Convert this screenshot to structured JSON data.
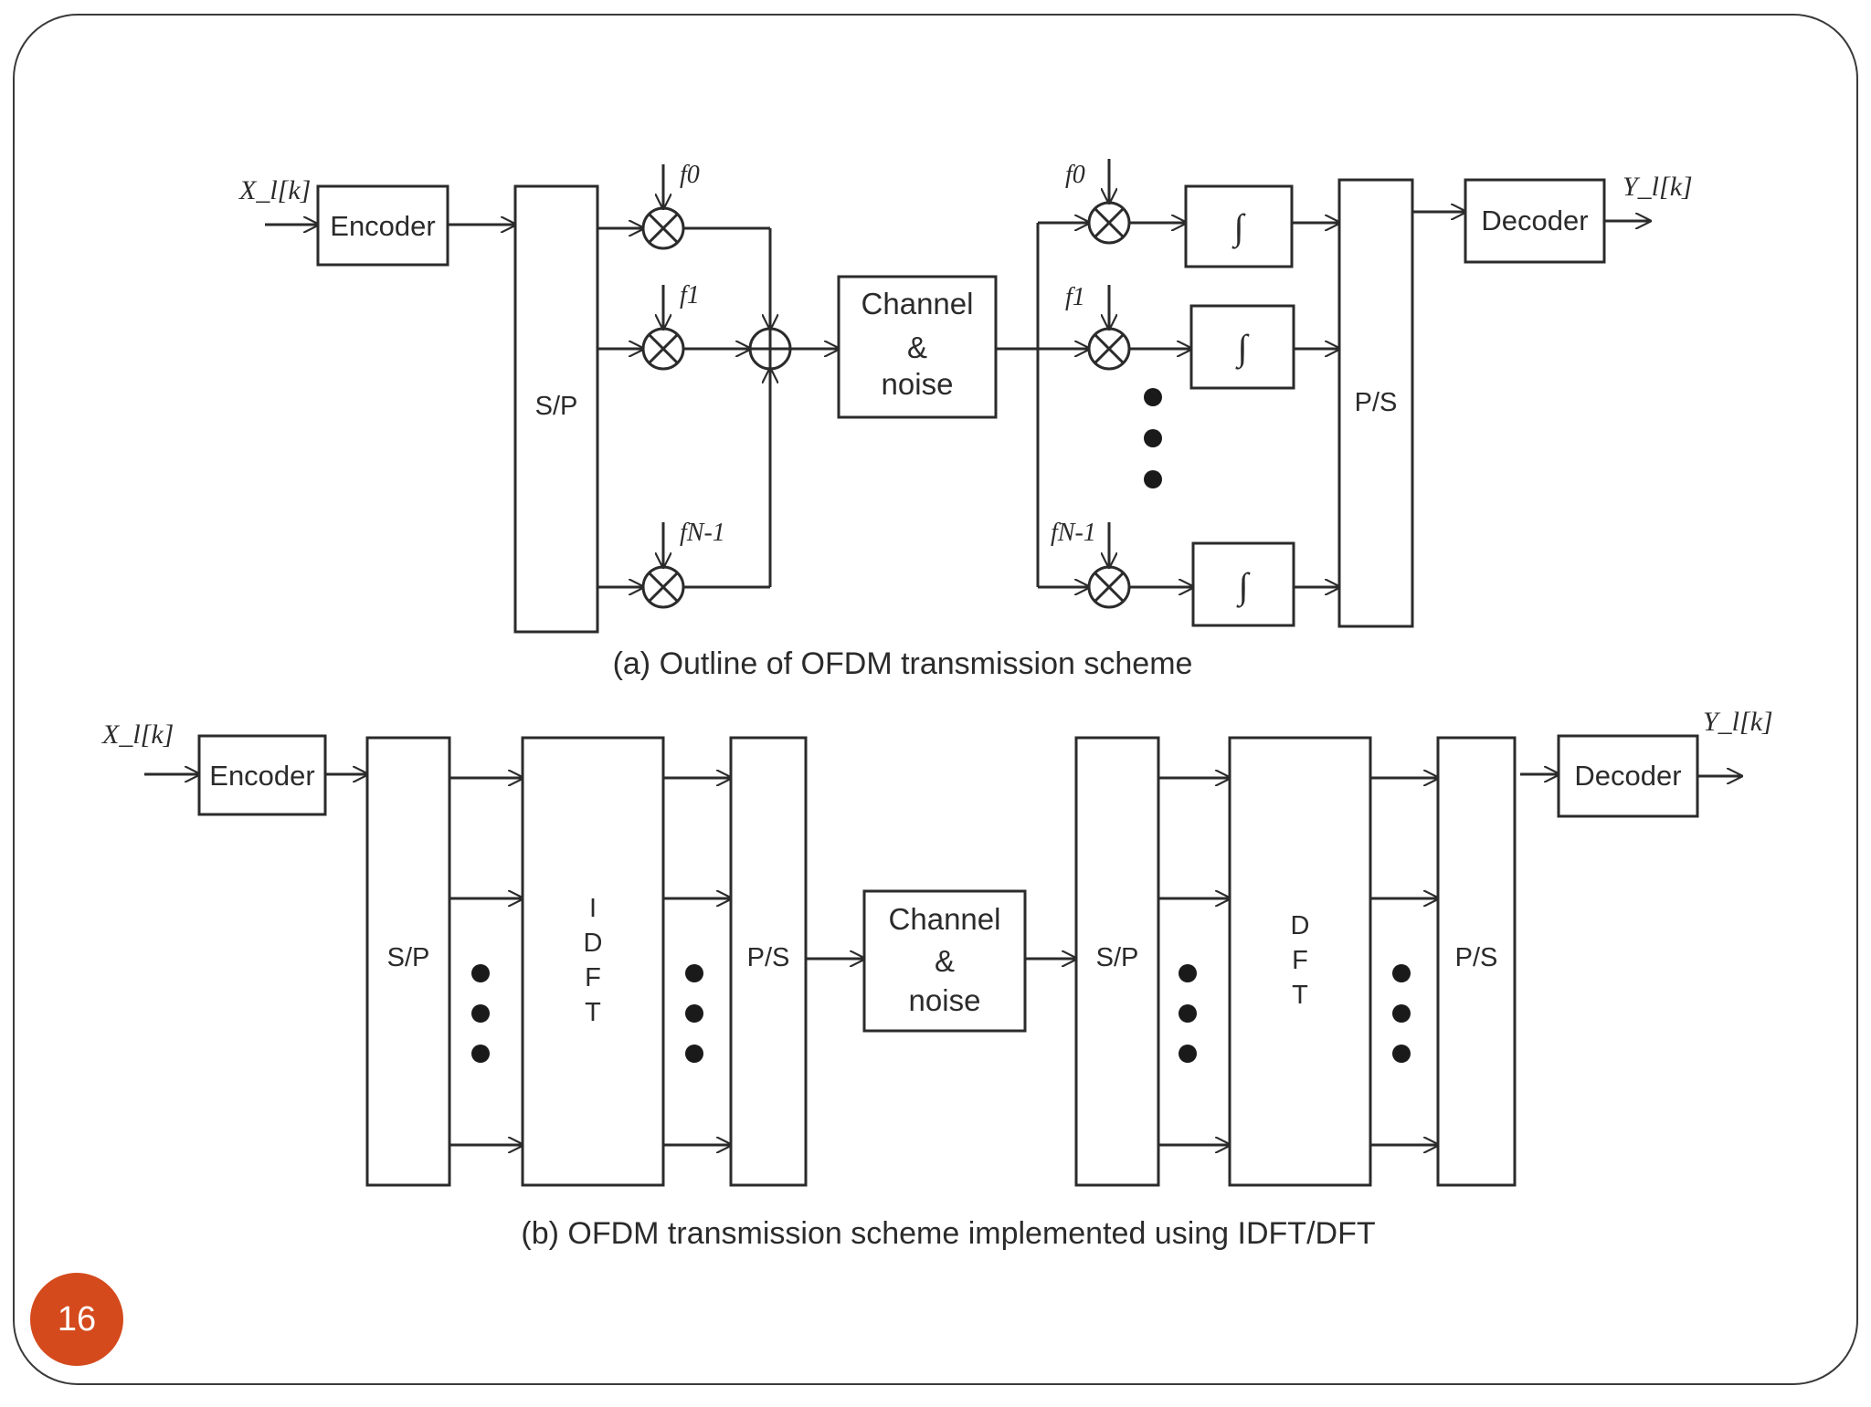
{
  "slide": {
    "page_number": "16",
    "accent_color": "#d44a1c",
    "frame_color": "#3a3a3a"
  },
  "diagram_a": {
    "input_label": "X_l[k]",
    "encoder": "Encoder",
    "sp": "S/P",
    "carriers_tx": [
      "f0",
      "f1",
      "fN-1"
    ],
    "channel": [
      "Channel",
      "&",
      "noise"
    ],
    "carriers_rx": [
      "f0",
      "f1",
      "fN-1"
    ],
    "integrator": "∫",
    "ps": "P/S",
    "decoder": "Decoder",
    "output_label": "Y_l[k]",
    "caption": "(a) Outline of OFDM transmission scheme"
  },
  "diagram_b": {
    "input_label": "X_l[k]",
    "encoder": "Encoder",
    "sp": "S/P",
    "idft": [
      "I",
      "D",
      "F",
      "T"
    ],
    "ps": "P/S",
    "channel": [
      "Channel",
      "&",
      "noise"
    ],
    "sp_rx": "S/P",
    "dft": [
      "D",
      "F",
      "T"
    ],
    "ps_rx": "P/S",
    "decoder": "Decoder",
    "output_label": "Y_l[k]",
    "caption": "(b) OFDM transmission scheme implemented  using IDFT/DFT"
  }
}
